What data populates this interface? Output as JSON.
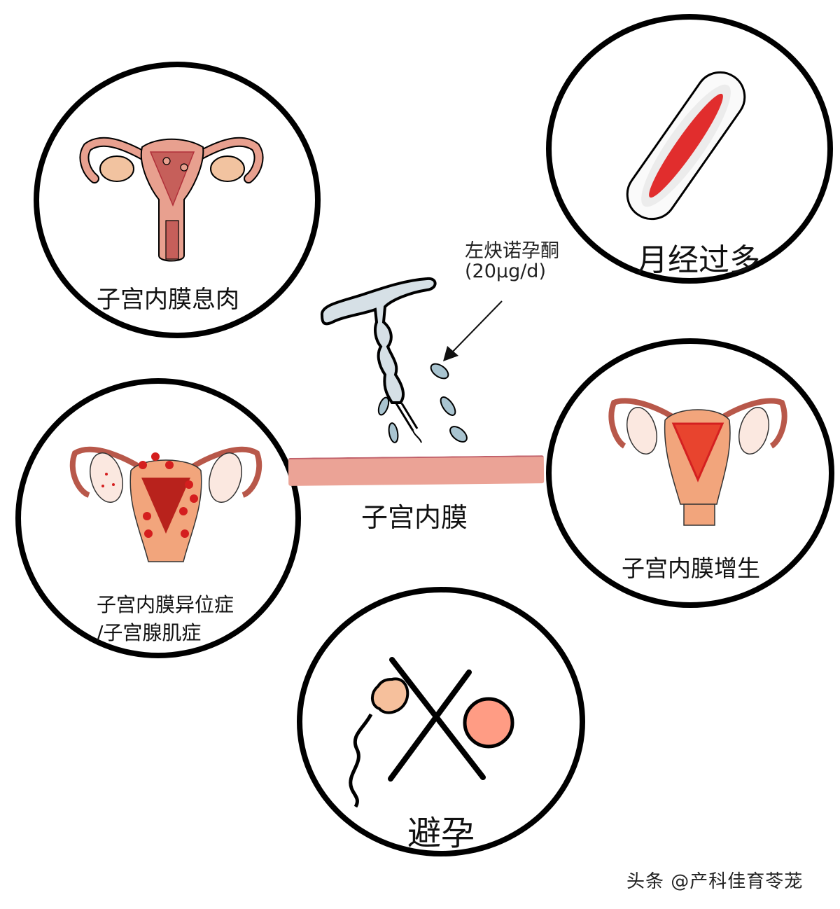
{
  "diagram": {
    "center": {
      "label": "子宫内膜",
      "device_icon": "lng-iud-icon",
      "drug_label_line1": "左炔诺孕酮",
      "drug_label_line2": "(20μg/d)",
      "band_color": "#eba396"
    },
    "nodes": [
      {
        "id": "polyp",
        "label": "子宫内膜息肉",
        "icon": "uterus-polyp-icon"
      },
      {
        "id": "menorrhagia",
        "label": "月经过多",
        "icon": "sanitary-pad-icon"
      },
      {
        "id": "endometriosis",
        "label_line1": "子宫内膜异位症",
        "label_line2": "/子宫腺肌症",
        "icon": "uterus-endometriosis-icon"
      },
      {
        "id": "hyperplasia",
        "label": "子宫内膜增生",
        "icon": "uterus-hyperplasia-icon"
      },
      {
        "id": "contraception",
        "label": "避孕",
        "icon": "sperm-egg-blocked-icon"
      }
    ],
    "colors": {
      "outline": "#000000",
      "uterus_pink": "#e8a08f",
      "uterus_dark": "#c65f5a",
      "ovary": "#f2c3a0",
      "blood_red": "#e01818",
      "iud_fill": "#d6e0e6",
      "droplet": "#a9c4d0",
      "egg": "#ff9c84",
      "sperm_head": "#f6c09c"
    }
  },
  "watermark": "头条 @产科佳育苓茏"
}
